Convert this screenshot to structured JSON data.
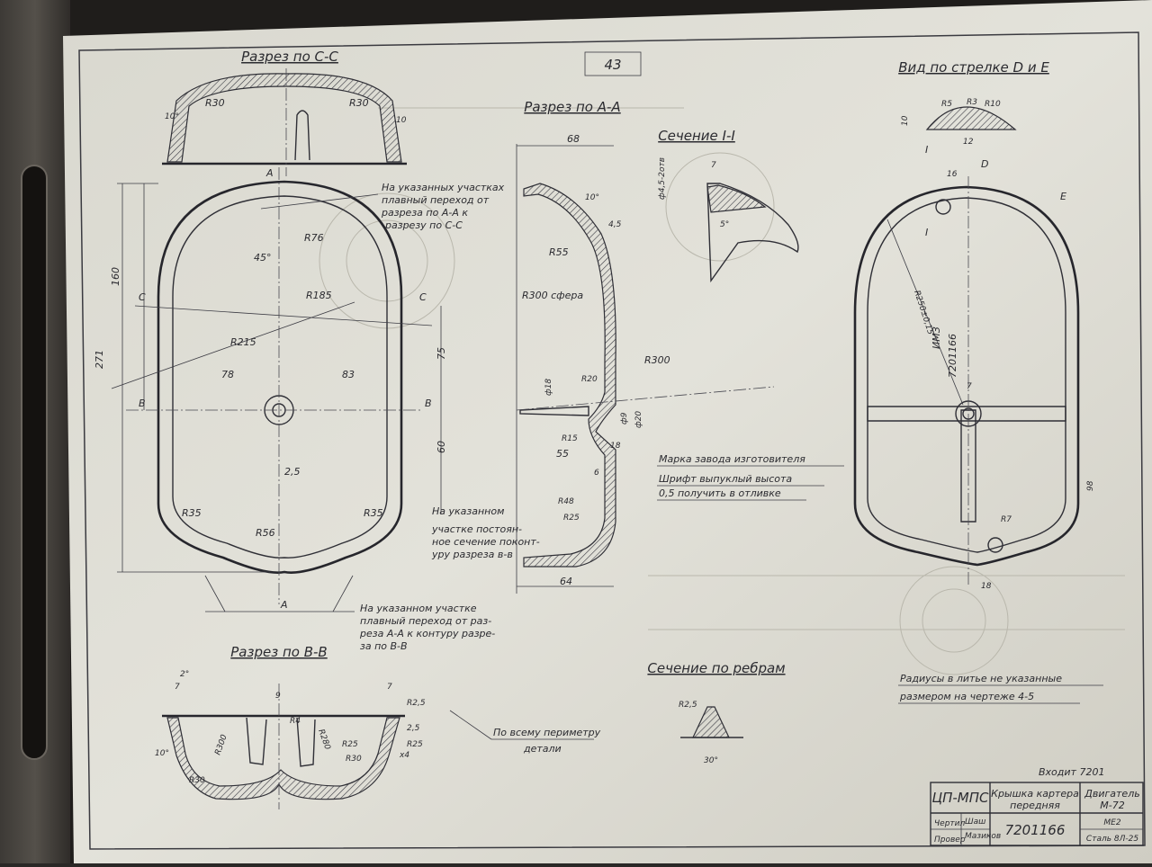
{
  "sheet": {
    "page_number": "43"
  },
  "section_cc": {
    "title": "Разрез по С-С",
    "dims": [
      "R30",
      "R30",
      "10°",
      "10"
    ]
  },
  "section_aa": {
    "title": "Разрез по А-А",
    "dims": [
      "68",
      "10°",
      "4,5",
      "R55",
      "R300 сфера",
      "R300",
      "R20",
      "ф18",
      "ф9",
      "ф20",
      "R15",
      "55",
      "18",
      "6",
      "R48",
      "R25",
      "64"
    ]
  },
  "section_11": {
    "title": "Сечение I-I",
    "dims": [
      "ф4,5-2отв",
      "7",
      "5°"
    ]
  },
  "view_de": {
    "title": "Вид по стрелке D и E",
    "dims": [
      "R5",
      "R3",
      "R10",
      "10",
      "12",
      "16",
      "I",
      "I",
      "D",
      "E",
      "R250±0,15",
      "ИМЗ",
      "7201166",
      "7",
      "98",
      "R7",
      "18"
    ]
  },
  "plan_view": {
    "letters": [
      "A",
      "A",
      "C",
      "C",
      "B",
      "B"
    ],
    "dims": [
      "160",
      "271",
      "R76",
      "45°",
      "R185",
      "R215",
      "75",
      "60",
      "78",
      "83",
      "2,5",
      "R35",
      "R35",
      "R56"
    ]
  },
  "notes": {
    "transition_aa_cc": [
      "На указанных участках",
      "плавный переход от",
      "разреза по А-А к",
      "разрезу по С-С"
    ],
    "constant_section": [
      "На указанном",
      "участке постоян-",
      "ное сечение поконт-",
      "уру разреза в-в"
    ],
    "transition_aa_bb": [
      "На указанном участке",
      "плавный переход от раз-",
      "реза А-А к контуру разре-",
      "за по В-В"
    ],
    "marking": [
      "Марка завода изготовителя",
      "Шрифт выпуклый высота",
      "0,5 получить в отливке"
    ],
    "perimeter": [
      "По всему периметру",
      "детали"
    ],
    "radii": [
      "Радиусы в литье не указанные",
      "размером на чертеже 4-5"
    ]
  },
  "section_bb": {
    "title": "Разрез по В-В",
    "dims": [
      "2°",
      "7",
      "9",
      "R4",
      "R300",
      "R280",
      "7",
      "R2,5",
      "2,5",
      "R25",
      "R25",
      "R30",
      "10°",
      "R30",
      "x4"
    ]
  },
  "section_ribs": {
    "title": "Сечение по ребрам",
    "dims": [
      "R2,5",
      "30°"
    ]
  },
  "title_block": {
    "enters": "Входит 7201",
    "org": "ЦП-МПС",
    "part_name_1": "Крышка картера",
    "part_name_2": "передняя",
    "engine_1": "Двигатель",
    "engine_2": "М-72",
    "role_drawn": "Чертил",
    "role_checked": "Провер",
    "number": "7201166",
    "mark": "МЕ2",
    "material": "Сталь 8Л-25",
    "sig_1": "Шаш",
    "sig_2": "Мазиков"
  }
}
